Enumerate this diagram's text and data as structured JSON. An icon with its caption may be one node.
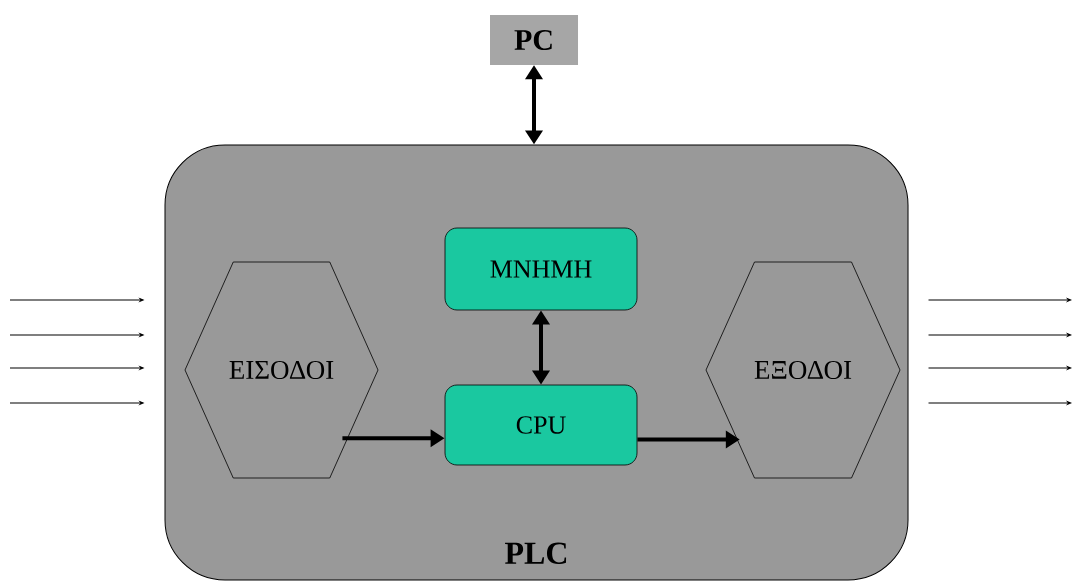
{
  "diagram": {
    "nodes": [
      {
        "text": [
          "PC"
        ]
      },
      {
        "text": [
          "PLC"
        ]
      },
      {
        "text": [
          "ΕΙΣΟΔΟΙ"
        ],
        "in": 1
      },
      {
        "text": [
          "ΜΝΗΜΗ"
        ],
        "in": 1
      },
      {
        "text": [
          "ΕΞΟΔΟΙ"
        ],
        "in": 1
      },
      {
        "text": [
          "CPU"
        ],
        "in": 1
      }
    ],
    "edges": [
      {
        "from": 0,
        "to": 1,
        "arrow": "both",
        "style": "thick"
      },
      {
        "from": 3,
        "to": 5,
        "arrow": "both",
        "style": "thick"
      },
      {
        "from": 2,
        "to": 5,
        "arrow": "to",
        "style": "thick"
      },
      {
        "from": 5,
        "to": 4,
        "arrow": "to",
        "style": "thick"
      },
      {
        "from": null,
        "to": 1,
        "arrow": "to"
      },
      {
        "from": null,
        "to": 1,
        "arrow": "to"
      },
      {
        "from": null,
        "to": 1,
        "arrow": "to"
      },
      {
        "from": null,
        "to": 1,
        "arrow": "to"
      },
      {
        "from": 1,
        "to": null,
        "arrow": "to"
      },
      {
        "from": 1,
        "to": null,
        "arrow": "to"
      },
      {
        "from": 1,
        "to": null,
        "arrow": "to"
      },
      {
        "from": 1,
        "to": null,
        "arrow": "to"
      }
    ]
  }
}
